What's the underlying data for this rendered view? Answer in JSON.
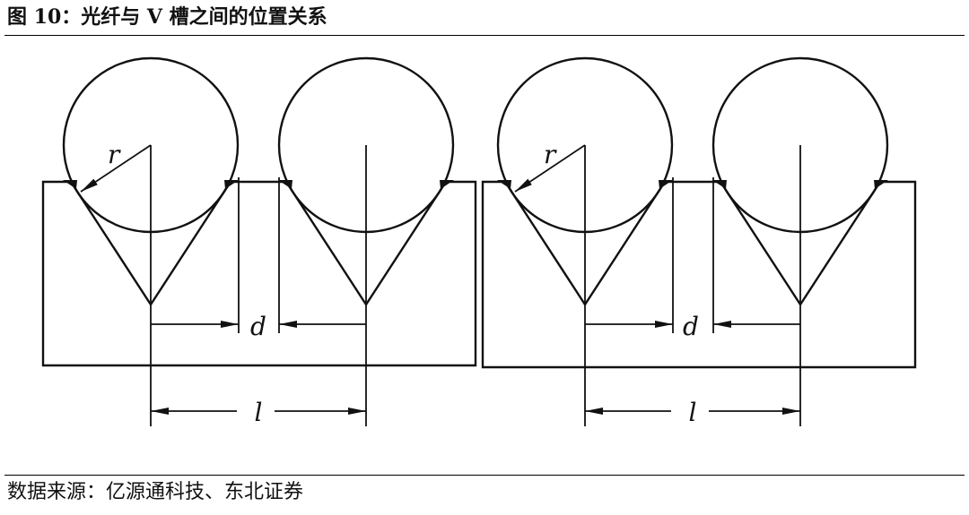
{
  "figure": {
    "title": "图 10：光纤与 V 槽之间的位置关系",
    "source": "数据来源：亿源通科技、东北证券"
  },
  "diagram": {
    "labels": {
      "radius": "r",
      "gap": "d",
      "pitch": "l"
    },
    "line_color": "#111111"
  }
}
